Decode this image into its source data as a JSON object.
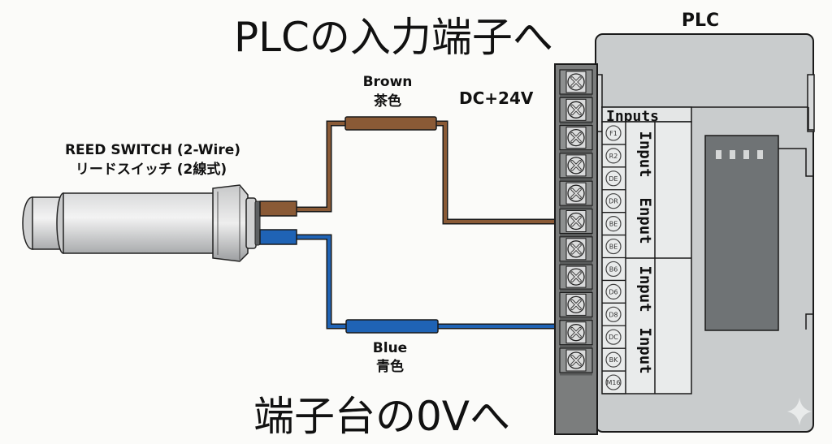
{
  "titles": {
    "top": "PLCの入力端子へ",
    "bottom": "端子台の0Vへ"
  },
  "sensor": {
    "name_en": "REED SWITCH (2-Wire)",
    "name_ja": "リードスイッチ (2線式)"
  },
  "wires": {
    "brown": {
      "label_en": "Brown",
      "label_ja": "茶色",
      "color": "#8a5a36"
    },
    "blue": {
      "label_en": "Blue",
      "label_ja": "青色",
      "color": "#1f63b5"
    }
  },
  "supply_label": "DC+24V",
  "plc": {
    "title": "PLC",
    "inputs_header": "Inputs",
    "terminal_tags": [
      "F1",
      "R2",
      "DE",
      "DR",
      "BE",
      "BE",
      "B6",
      "D6",
      "D8",
      "DC",
      "BK",
      "M16"
    ],
    "group_labels": [
      "Input",
      "Enput",
      "Input",
      "Input"
    ],
    "led_count": 4
  },
  "terminal_block": {
    "screw_count": 11
  },
  "colors": {
    "plc_body": "#c9cccd",
    "terminal_block": "#7b7d7d",
    "display_panel": "#6f7375",
    "outline": "#1a1a1a"
  }
}
